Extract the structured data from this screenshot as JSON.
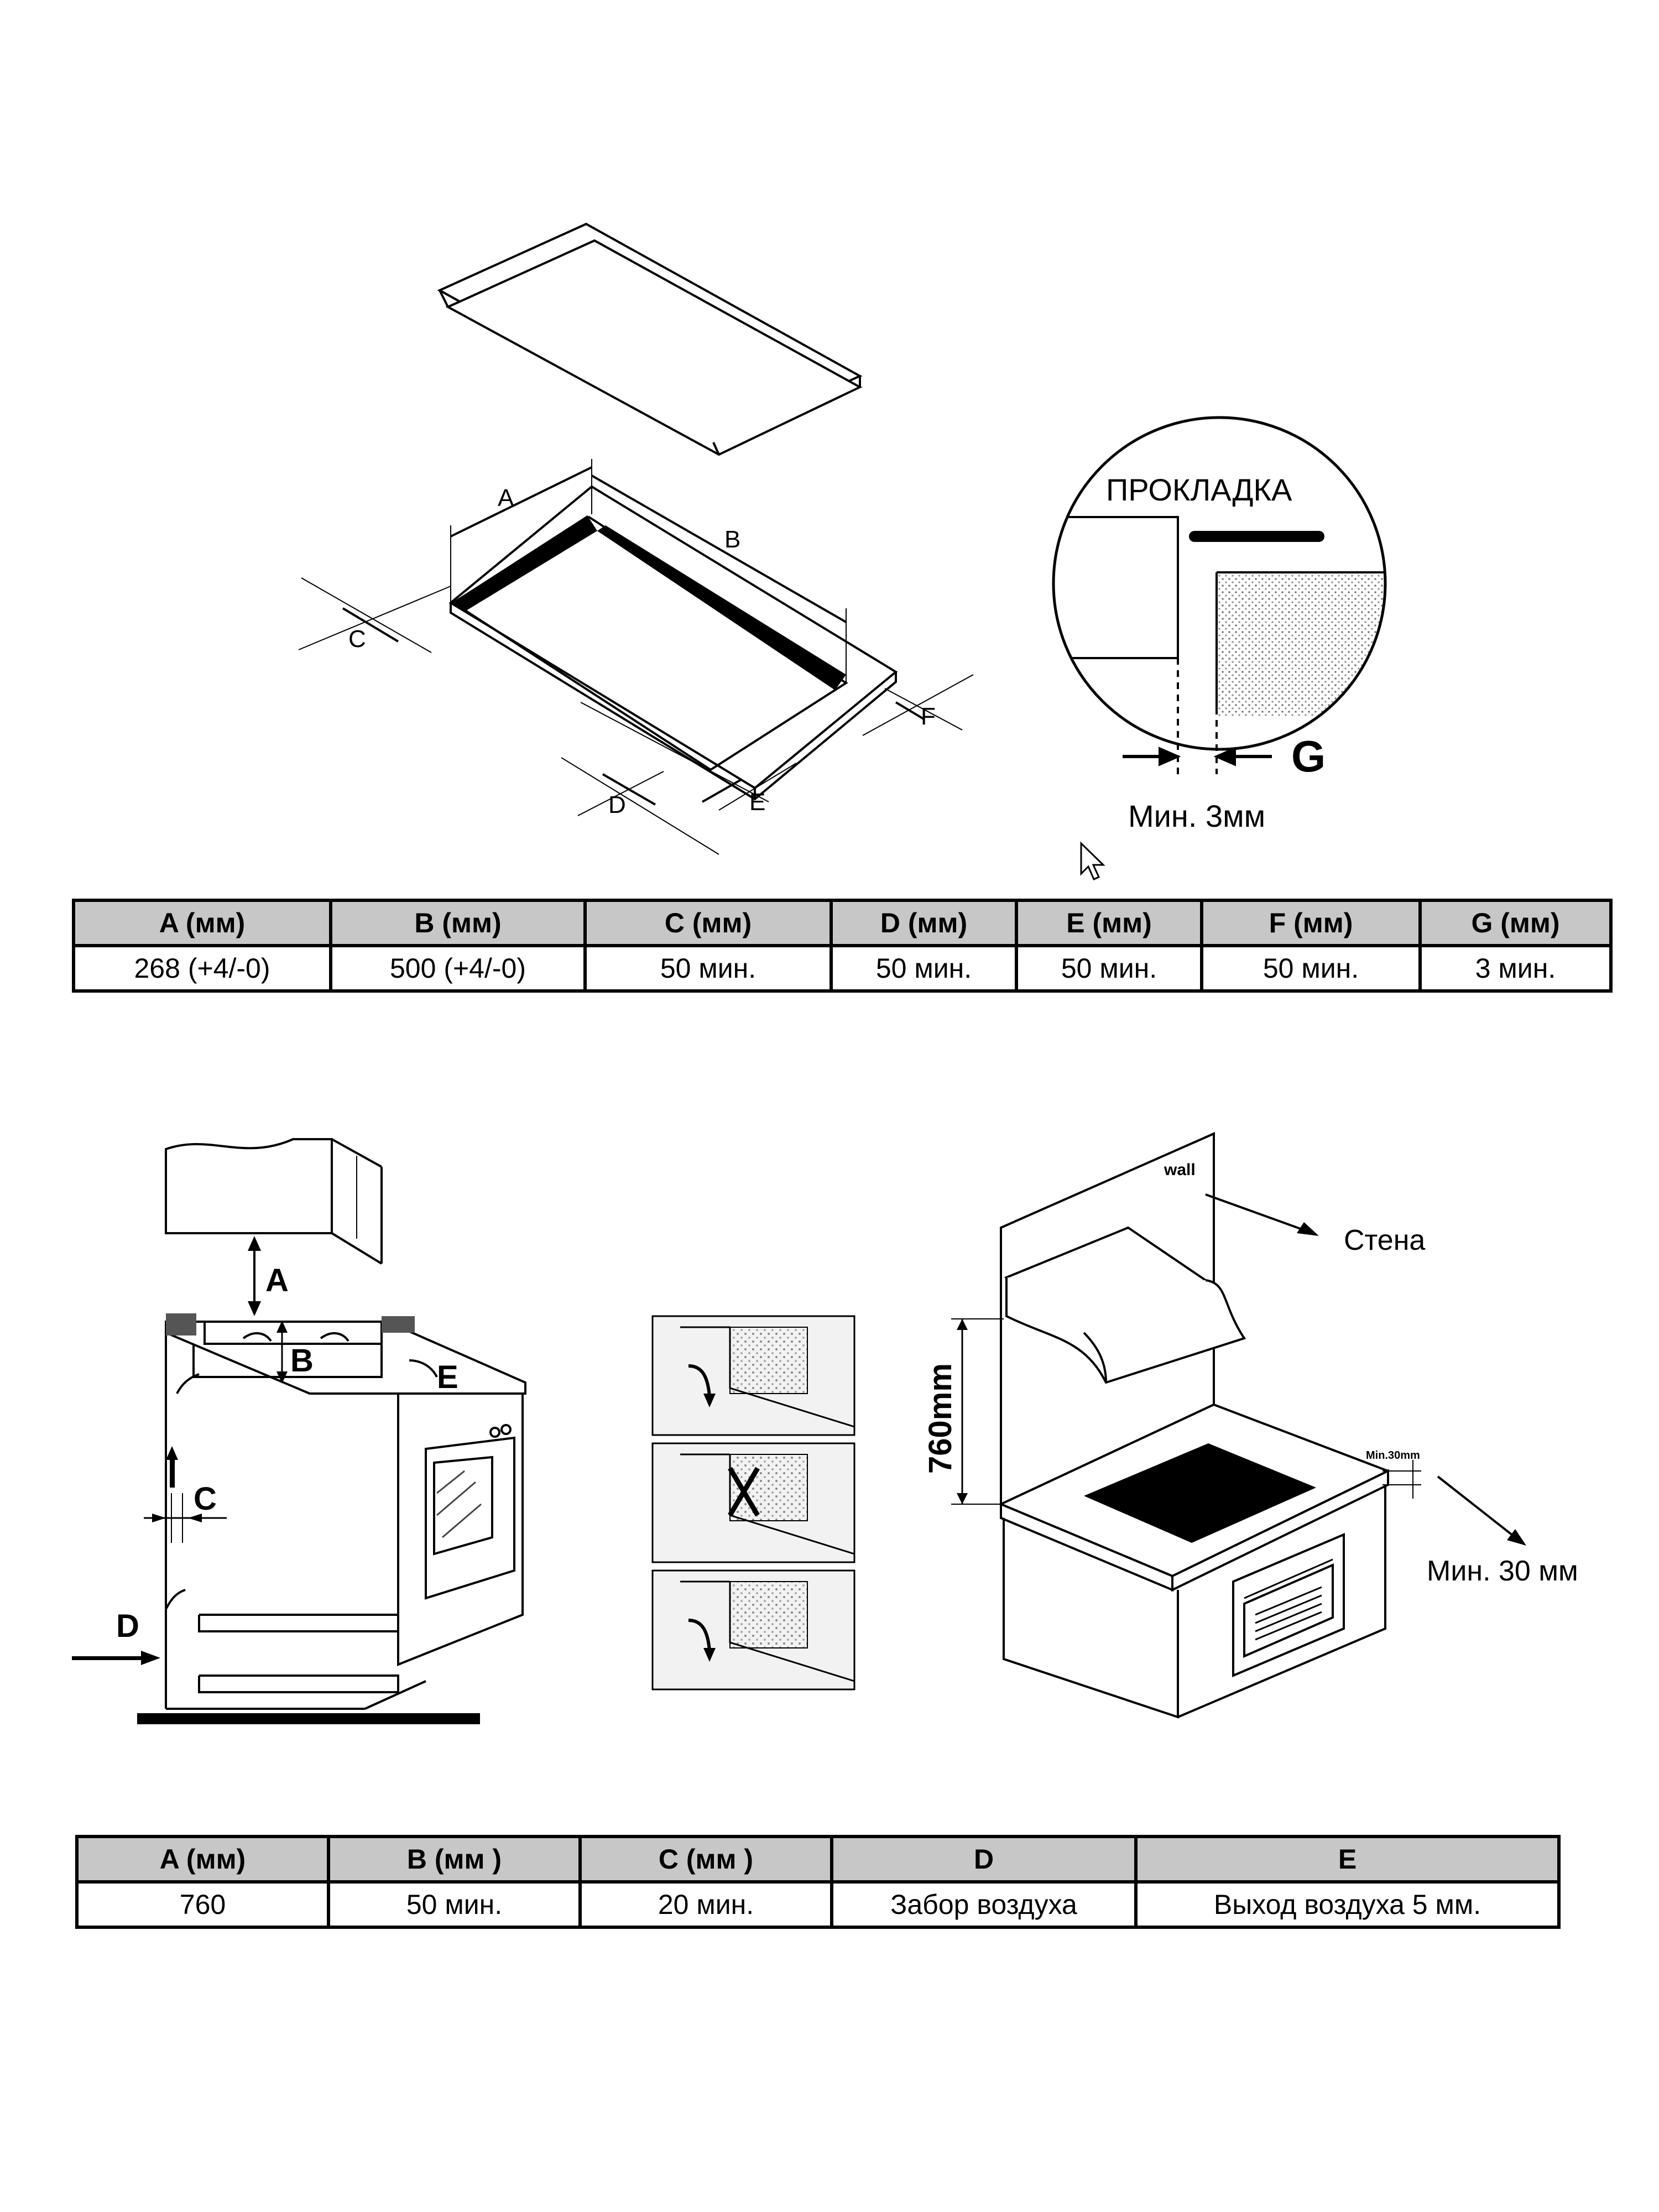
{
  "top_figure": {
    "dimension_labels": [
      "A",
      "B",
      "C",
      "D",
      "E",
      "F"
    ]
  },
  "detail_figure": {
    "gasket_label": "ПРОКЛАДКА",
    "g_label": "G",
    "min_label": "Мин. 3мм"
  },
  "table1": {
    "headers": [
      "A (мм)",
      "B (мм)",
      "C (мм)",
      "D (мм)",
      "E (мм)",
      "F (мм)",
      "G (мм)"
    ],
    "values": [
      "268 (+4/-0)",
      "500 (+4/-0)",
      "50 мин.",
      "50 мин.",
      "50 мин.",
      "50 мин.",
      "3 мин."
    ]
  },
  "side_figure": {
    "labels": [
      "A",
      "B",
      "C",
      "D",
      "E"
    ]
  },
  "room_figure": {
    "wall_en": "wall",
    "wall_ru": "Стена",
    "height_label": "760mm",
    "min_small": "Min.30mm",
    "min_ru": "Мин. 30 мм"
  },
  "table2": {
    "headers": [
      "A (мм)",
      "B (мм )",
      "C (мм )",
      "D",
      "E"
    ],
    "values": [
      "760",
      "50 мин.",
      "20 мин.",
      "Забор воздуха",
      "Выход воздуха 5 мм."
    ]
  }
}
